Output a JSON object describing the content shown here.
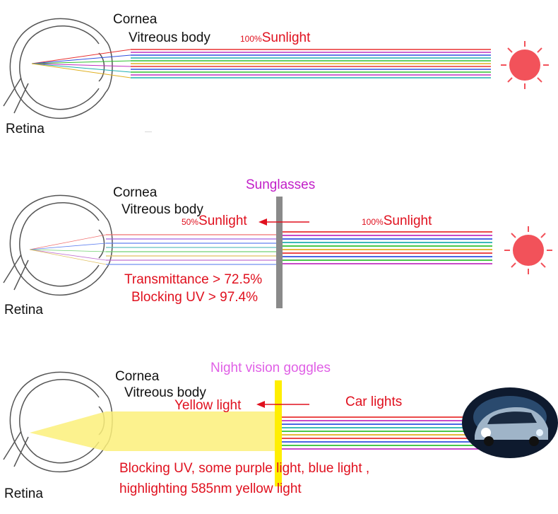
{
  "panels": [
    {
      "cornea": "Cornea",
      "vitreous": "Vitreous body",
      "retina": "Retina",
      "sun_pct": "100%",
      "sun_text": "Sunlight"
    },
    {
      "cornea": "Cornea",
      "vitreous": "Vitreous body",
      "retina": "Retina",
      "filter_name": "Sunglasses",
      "left_pct": "50%",
      "left_text": "Sunlight",
      "right_pct": "100%",
      "right_text": "Sunlight",
      "note1": "Transmittance > 72.5%",
      "note2": "Blocking UV > 97.4%"
    },
    {
      "cornea": "Cornea",
      "vitreous": "Vitreous body",
      "retina": "Retina",
      "filter_name": "Night vision goggles",
      "left_text": "Yellow light",
      "right_text": "Car lights",
      "note1": "Blocking UV, some purple light, blue light ,",
      "note2": "highlighting 585nm yellow light"
    }
  ],
  "colors": {
    "label_red": "#e0101e",
    "sunglasses_title": "#c21ec8",
    "goggles_title": "#e060e6",
    "sun": "#f2525a",
    "lens_gray": "#8a8a8a",
    "lens_yellow": "#ffee00"
  },
  "icons": [
    "eye-diagram-icon",
    "sun-icon",
    "car-icon",
    "left-arrow-icon"
  ]
}
